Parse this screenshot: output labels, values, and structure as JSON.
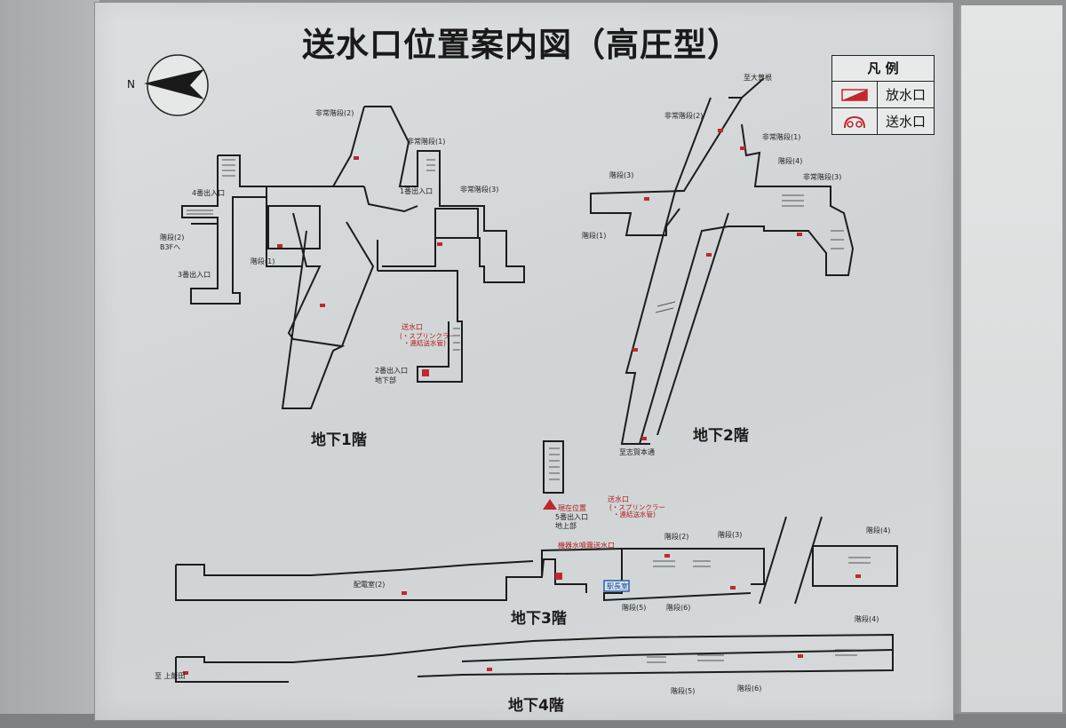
{
  "title": "送水口位置案内図（高圧型）",
  "compass": {
    "north_label": "N"
  },
  "legend": {
    "title": "凡 例",
    "items": [
      {
        "label": "放水口",
        "icon": "discharge-outlet-icon",
        "color": "#c0282b"
      },
      {
        "label": "送水口",
        "icon": "water-inlet-icon",
        "color": "#c0282b"
      }
    ]
  },
  "floors": {
    "b1": {
      "name": "地下1階",
      "labels": {
        "emergency_stairs_2": "非常階段(2)",
        "emergency_stairs_1": "非常階段(1)",
        "exit_4": "4番出入口",
        "exit_1": "1番出入口",
        "emergency_stairs_3": "非常階段(3)",
        "stairs_2": "階段(2)",
        "to_b3f": "B3Fへ",
        "exit_3": "3番出入口",
        "stairs_1": "階段(1)",
        "inlet": "送水口",
        "inlet_note_1": "(・スプリンクラー",
        "inlet_note_2": "・連結送水管)",
        "exit_2": "2番出入口",
        "exit_2_underground": "地下部"
      }
    },
    "b2": {
      "name": "地下2階",
      "labels": {
        "to_north": "至大曽根",
        "emergency_stairs_2": "非常階段(2)",
        "emergency_stairs_1": "非常階段(1)",
        "stairs_4": "階段(4)",
        "stairs_3": "階段(3)",
        "emergency_stairs_3": "非常階段(3)",
        "stairs_1": "階段(1)",
        "to_south": "至志賀本通"
      }
    },
    "b3": {
      "name": "地下3階",
      "labels": {
        "current_position": "現在位置",
        "exit_5": "5番出入口",
        "exit_5_above": "地上部",
        "inlet": "送水口",
        "inlet_note_1": "(・スプリンクラー",
        "inlet_note_2": "・連結送水管)",
        "sprinkler_inlet": "機器水噴霧送水口",
        "stairs_2": "階段(2)",
        "stairs_3": "階段(3)",
        "stairs_4": "階段(4)",
        "electrical_room": "配電室(2)",
        "station_master": "駅長室",
        "stairs_5": "階段(5)",
        "stairs_6": "階段(6)"
      }
    },
    "b4": {
      "name": "地下4階",
      "labels": {
        "to_west": "至 上飯田",
        "stairs_4": "階段(4)",
        "stairs_5": "階段(5)",
        "stairs_6": "階段(6)"
      }
    }
  }
}
